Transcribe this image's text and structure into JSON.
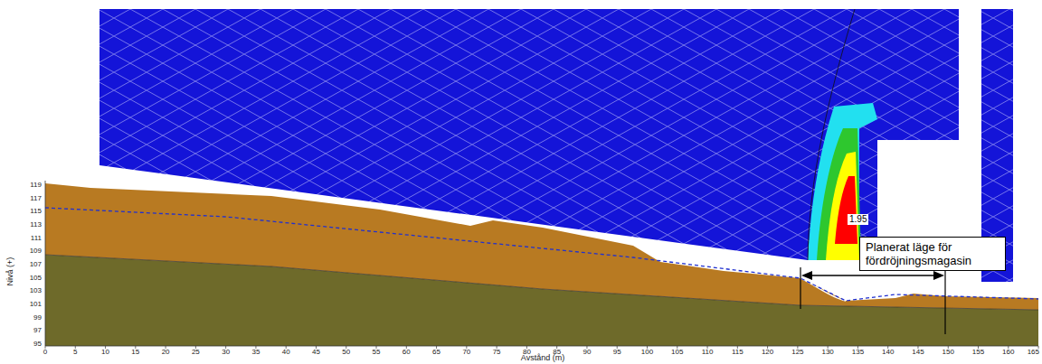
{
  "diagram": {
    "nodes": [
      {
        "text": [
          "Planerat läge för fördröjningsmagasin"
        ]
      }
    ],
    "labels": [
      "119",
      "117",
      "115",
      "113",
      "111",
      "109",
      "107",
      "105",
      "103",
      "101",
      "99",
      "97",
      "95",
      "Nivå (+)",
      "0",
      "5",
      "10",
      "15",
      "20",
      "25",
      "30",
      "35",
      "40",
      "45",
      "50",
      "55",
      "60",
      "65",
      "70",
      "75",
      "80",
      "85",
      "90",
      "95",
      "100",
      "105",
      "110",
      "115",
      "120",
      "125",
      "130",
      "135",
      "140",
      "145",
      "150",
      "155",
      "160",
      "165",
      "Avstånd (m)",
      "1.95"
    ]
  }
}
